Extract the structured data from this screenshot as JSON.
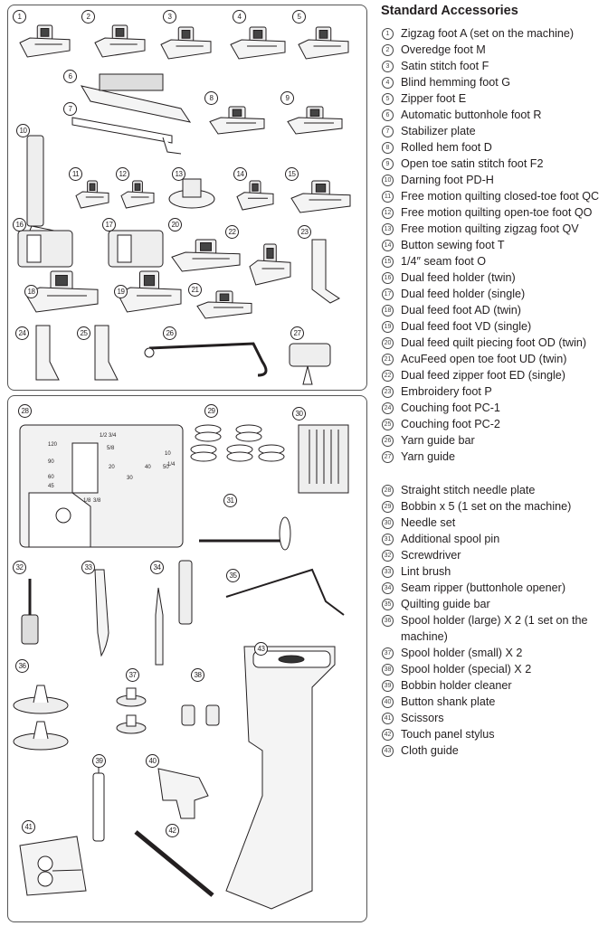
{
  "title": "Standard Accessories",
  "accessories": [
    {
      "num": "1",
      "label": "Zigzag foot A (set on the machine)"
    },
    {
      "num": "2",
      "label": "Overedge foot M"
    },
    {
      "num": "3",
      "label": "Satin stitch foot F"
    },
    {
      "num": "4",
      "label": "Blind hemming foot G"
    },
    {
      "num": "5",
      "label": "Zipper foot E"
    },
    {
      "num": "6",
      "label": "Automatic buttonhole foot R"
    },
    {
      "num": "7",
      "label": "Stabilizer plate"
    },
    {
      "num": "8",
      "label": "Rolled hem foot D"
    },
    {
      "num": "9",
      "label": "Open toe satin stitch foot F2"
    },
    {
      "num": "10",
      "label": "Darning foot PD-H"
    },
    {
      "num": "11",
      "label": "Free motion quilting closed-toe foot QC"
    },
    {
      "num": "12",
      "label": "Free motion quilting open-toe foot QO"
    },
    {
      "num": "13",
      "label": "Free motion quilting zigzag foot QV"
    },
    {
      "num": "14",
      "label": "Button sewing foot T"
    },
    {
      "num": "15",
      "label": "1/4″ seam foot O"
    },
    {
      "num": "16",
      "label": "Dual feed holder (twin)"
    },
    {
      "num": "17",
      "label": "Dual feed holder (single)"
    },
    {
      "num": "18",
      "label": "Dual feed foot AD (twin)"
    },
    {
      "num": "19",
      "label": "Dual feed foot VD (single)"
    },
    {
      "num": "20",
      "label": "Dual feed quilt piecing foot OD (twin)"
    },
    {
      "num": "21",
      "label": "AcuFeed open toe foot UD (twin)"
    },
    {
      "num": "22",
      "label": "Dual feed zipper foot ED (single)"
    },
    {
      "num": "23",
      "label": "Embroidery foot P"
    },
    {
      "num": "24",
      "label": "Couching foot PC-1"
    },
    {
      "num": "25",
      "label": "Couching foot PC-2"
    },
    {
      "num": "26",
      "label": "Yarn guide bar"
    },
    {
      "num": "27",
      "label": "Yarn guide"
    },
    {
      "num": "28",
      "label": "Straight stitch needle plate"
    },
    {
      "num": "29",
      "label": "Bobbin x 5 (1 set on the machine)"
    },
    {
      "num": "30",
      "label": "Needle set"
    },
    {
      "num": "31",
      "label": "Additional spool pin"
    },
    {
      "num": "32",
      "label": "Screwdriver"
    },
    {
      "num": "33",
      "label": "Lint brush"
    },
    {
      "num": "34",
      "label": "Seam ripper (buttonhole opener)"
    },
    {
      "num": "35",
      "label": "Quilting guide bar"
    },
    {
      "num": "36",
      "label": "Spool holder (large) X 2 (1 set on the machine)"
    },
    {
      "num": "37",
      "label": "Spool holder (small) X 2"
    },
    {
      "num": "38",
      "label": "Spool holder (special) X 2"
    },
    {
      "num": "39",
      "label": "Bobbin holder cleaner"
    },
    {
      "num": "40",
      "label": "Button shank plate"
    },
    {
      "num": "41",
      "label": "Scissors"
    },
    {
      "num": "42",
      "label": "Touch panel stylus"
    },
    {
      "num": "43",
      "label": "Cloth guide"
    }
  ],
  "needle_plate_markings": [
    "120",
    "90",
    "60",
    "45",
    "10",
    "20",
    "30",
    "40",
    "50",
    "1/2",
    "3/4",
    "1/4",
    "5/8",
    "3/8",
    "1/8"
  ]
}
